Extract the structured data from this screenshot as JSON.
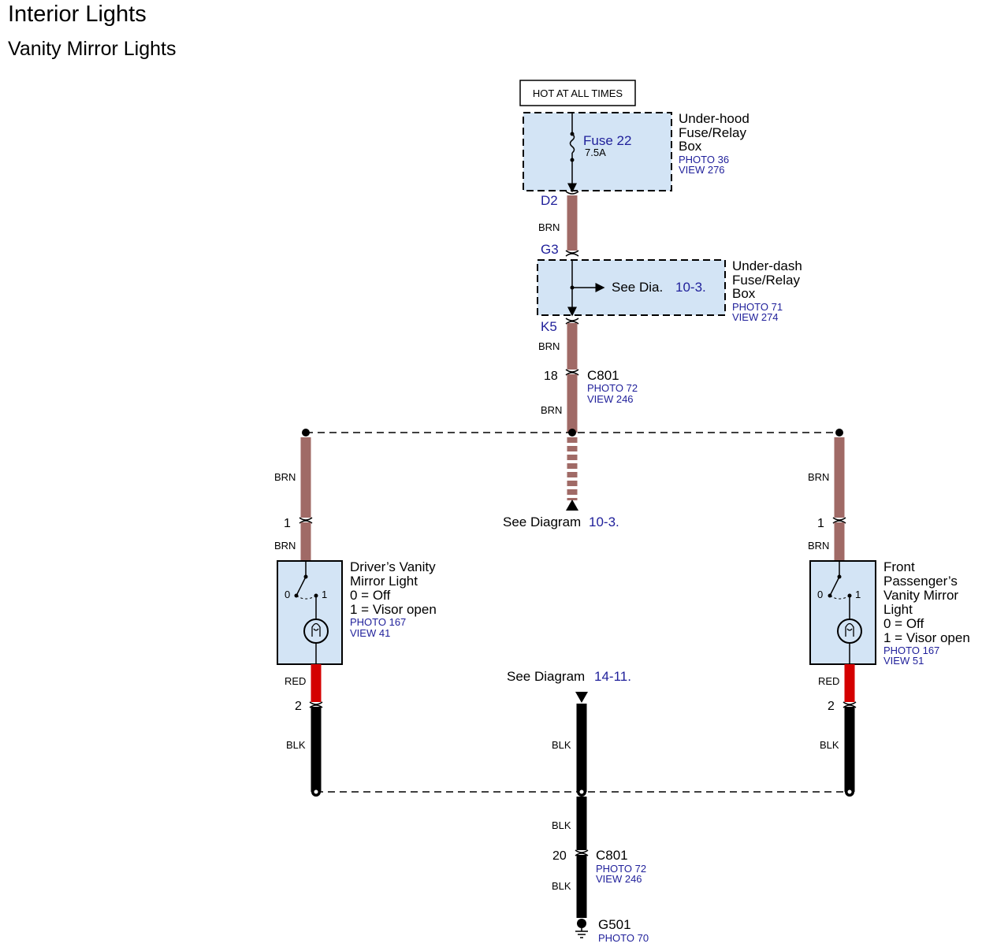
{
  "header": {
    "title": "Interior Lights",
    "subtitle": "Vanity Mirror Lights"
  },
  "power": {
    "label": "HOT AT ALL TIMES"
  },
  "underhood_box": {
    "name_lines": [
      "Under-hood",
      "Fuse/Relay",
      "Box"
    ],
    "photo": "PHOTO 36",
    "view": "VIEW 276",
    "fuse_label": "Fuse 22",
    "fuse_rating": "7.5A"
  },
  "connectors": {
    "d2": "D2",
    "g3": "G3",
    "k5": "K5"
  },
  "underdash_box": {
    "name_lines": [
      "Under-dash",
      "Fuse/Relay",
      "Box"
    ],
    "photo": "PHOTO 71",
    "view": "VIEW 274",
    "see_text": "See Dia.",
    "see_link": "10-3."
  },
  "c801_top": {
    "pin": "18",
    "name": "C801",
    "photo": "PHOTO 72",
    "view": "VIEW 246"
  },
  "c801_bottom": {
    "pin": "20",
    "name": "C801",
    "photo": "PHOTO 72",
    "view": "VIEW 246"
  },
  "wire_colors": {
    "brn": "BRN",
    "red": "RED",
    "blk": "BLK"
  },
  "diagram_refs": {
    "middle_text": "See Diagram",
    "middle_link": "10-3.",
    "lower_text": "See Diagram",
    "lower_link": "14-11."
  },
  "driver_light": {
    "name_lines": [
      "Driver’s Vanity",
      "Mirror Light",
      "0 = Off",
      "1 = Visor open"
    ],
    "photo": "PHOTO 167",
    "view": "VIEW 41",
    "pin_top": "1",
    "pin_bottom": "2",
    "switch_off": "0",
    "switch_on": "1"
  },
  "passenger_light": {
    "name_lines": [
      "Front",
      "Passenger’s",
      "Vanity Mirror",
      "Light",
      "0 = Off",
      "1 = Visor open"
    ],
    "photo": "PHOTO 167",
    "view": "VIEW 51",
    "pin_top": "1",
    "pin_bottom": "2",
    "switch_off": "0",
    "switch_on": "1"
  },
  "ground": {
    "name": "G501",
    "photo": "PHOTO 70"
  },
  "colors": {
    "brown_wire": "#a06a66",
    "red_wire": "#d40000",
    "black_wire": "#000000",
    "box_fill": "#d3e4f5",
    "link_blue": "#1f1f9a"
  }
}
